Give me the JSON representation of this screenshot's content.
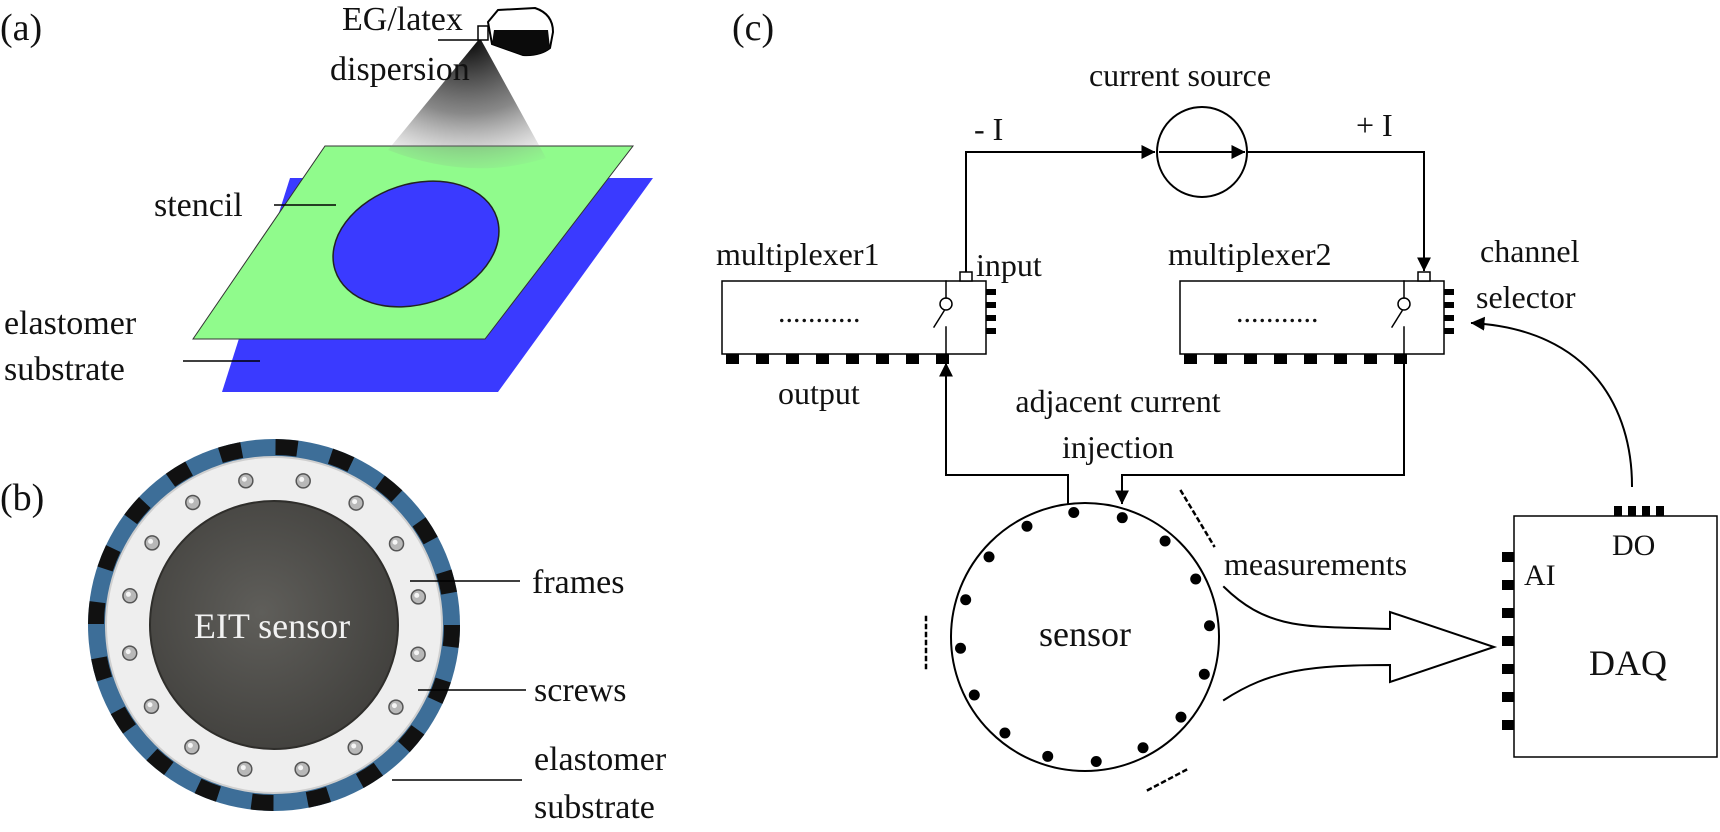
{
  "panel_a": {
    "tag": "(a)",
    "spray_label_line1": "EG/latex",
    "spray_label_line2": "dispersion",
    "stencil_label": "stencil",
    "substrate_label_line1": "elastomer",
    "substrate_label_line2": "substrate"
  },
  "panel_b": {
    "tag": "(b)",
    "center_label": "EIT sensor",
    "frames_label": "frames",
    "screws_label": "screws",
    "substrate_label_line1": "elastomer",
    "substrate_label_line2": "substrate"
  },
  "panel_c": {
    "tag": "(c)",
    "current_source": "current source",
    "minus_i": "- I",
    "plus_i": "+ I",
    "mux1": "multiplexer1",
    "mux2": "multiplexer2",
    "input": "input",
    "output": "output",
    "mux_dots": "...........",
    "channel_selector_line1": "channel",
    "channel_selector_line2": "selector",
    "injection_line1": "adjacent current",
    "injection_line2": "injection",
    "measurements": "measurements",
    "sensor": "sensor",
    "ai": "AI",
    "do": "DO",
    "daq": "DAQ"
  },
  "colors": {
    "stencil": "#90fb8c",
    "substrate": "#3a3aff",
    "frame_ring": "#eeeeee",
    "sensor_dark": "#4f4e4b",
    "ring_blue": "#3d6e98"
  }
}
